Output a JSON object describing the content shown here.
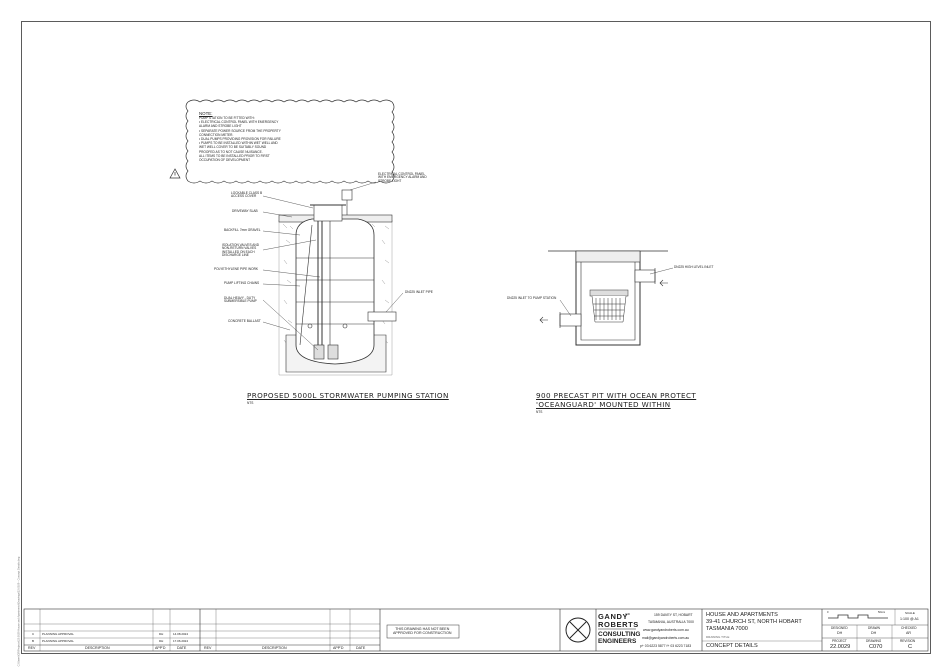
{
  "note": {
    "heading": "NOTE:",
    "lines": [
      "PUMP STATION TO BE FITTED WITH:",
      "•   ELECTRICAL CONTROL PANEL WITH EMERGENCY",
      "     ALARM AND STROBE LIGHT",
      "•   SEPARATE POWER SOURCE FROM THE PROPERTY",
      "     CONNECTION METER.",
      "•   DUAL PUMPS PROVIDING PROVISION FOR FAILURE",
      "•   PUMPS TO BE INSTALLED WITHIN WET WELL AND",
      "     WET WELL COVER TO BE SUITABLY SOUND",
      "     PROOFED AS TO NOT CAUSE NUISANCE.",
      "ALL ITEMS TO BE INSTALLED PRIOR TO FIRST",
      "OCCUPATION OF DEVELOPMENT"
    ]
  },
  "pump_station": {
    "title": "PROPOSED 5000L STORMWATER PUMPING STATION",
    "scale": "NTS",
    "labels": {
      "control_panel": [
        "ELECTRICAL CONTROL PANEL",
        "WITH EMERGENCY ALARM AND",
        "STROBE LIGHT"
      ],
      "access_cover": [
        "LOCKABLE CLASS B",
        "ACCESS COVER"
      ],
      "driveway": "DRIVEWAY SLAB",
      "backfill": "BACKFILL 7mm GRAVEL",
      "valves": [
        "ISOLATION VALVES AND",
        "NON-RETURN VALVES",
        "INSTALLED ON EACH",
        "DISCHARGE LINE"
      ],
      "pipe_work": "POLYETHYLENE PIPE WORK",
      "chains": "PUMP LIFTING CHAINS",
      "pumps": [
        "DUAL HEAVY - DUTY",
        "SUBMERSIBLE PUMP"
      ],
      "ballast": "CONCRETE BALLAST",
      "inlet": "DN225 INLET PIPE"
    }
  },
  "pit": {
    "title_line1": "900 PRECAST PIT WITH OCEAN PROTECT",
    "title_line2": "'OCEANGUARD' MOUNTED WITHIN",
    "scale": "NTS",
    "labels": {
      "high_inlet": "DN225 HIGH LEVEL INLET",
      "inlet_to_pump": "DN225 INLET TO PUMP STATION"
    }
  },
  "side_text": "C:\\Users\\GR\\Projects\\22.0029 House and Apartments\\Drawings\\22.0029 - Concept Details.dwg",
  "title_block": {
    "rev_rows": [
      {
        "rev": "C",
        "description": "PLANNING APPROVAL",
        "appd": "DH",
        "date": "14.08.2024"
      },
      {
        "rev": "B",
        "description": "PLANNING APPROVAL",
        "appd": "DH",
        "date": "17.06.2024"
      }
    ],
    "rev_headers": {
      "rev": "REV",
      "description": "DESCRIPTION",
      "appd": "APP'D",
      "date": "DATE"
    },
    "stamp": [
      "THIS DRAWING HAS NOT BEEN",
      "APPROVED FOR CONSTRUCTION"
    ],
    "company": {
      "name1": "GANDY",
      "and": "AND",
      "name2": "ROBERTS",
      "line3": "CONSULTING",
      "line4": "ENGINEERS",
      "address1": "159 DAVEY ST, HOBART",
      "address2": "TASMANIA, AUSTRALIA 7000",
      "web": "www.gandyandroberts.com.au",
      "email": "mail@gandyandroberts.com.au",
      "phone": "p+ 03 6223 5877   f+ 03 6223 7183"
    },
    "project_lines": [
      "HOUSE AND APARTMENTS",
      "39-41 CHURCH ST, NORTH HOBART",
      "TASMANIA 7000"
    ],
    "drawing_title_label": "DRAWING TITLE",
    "drawing_title": "CONCEPT DETAILS",
    "scale_bar": {
      "left": "0",
      "right": "50mm",
      "scale_label": "SCALE",
      "scale_value": "1:100 @ A1"
    },
    "designed_label": "DESIGNED",
    "designed": "DH",
    "drawn_label": "DRAWN",
    "drawn": "DH",
    "checked_label": "CHECKED",
    "checked": "AR",
    "project_label": "PROJECT",
    "project": "22.0029",
    "drawing_label": "DRAWING",
    "drawing": "C070",
    "revision_label": "REVISION",
    "revision": "C"
  }
}
